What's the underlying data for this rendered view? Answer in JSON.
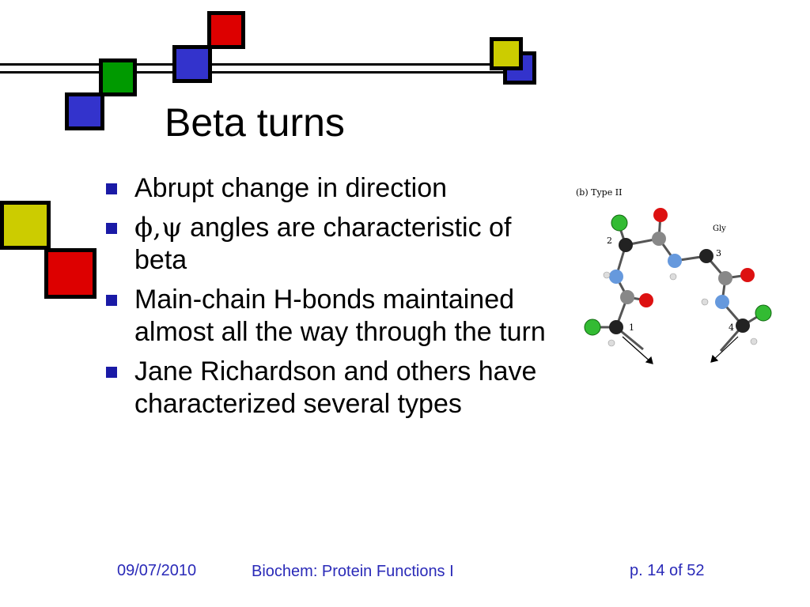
{
  "slide": {
    "title": "Beta turns",
    "bullets": [
      "Abrupt change in direction",
      "angles are characteristic of beta",
      "Main-chain H-bonds maintained almost all the way through the turn",
      "Jane Richardson and others have characterized several types"
    ],
    "phi_psi": "ϕ,ψ"
  },
  "figure": {
    "panel_label": "(b)  Type II",
    "residue_labels": [
      "1",
      "2",
      "3",
      "4"
    ],
    "gly_label": "Gly"
  },
  "footer": {
    "date": "09/07/2010",
    "course": "Biochem: Protein Functions I",
    "page": "p. 14 of 52"
  },
  "colors": {
    "red": "#dd0000",
    "green": "#009a00",
    "blue": "#3333cc",
    "yellow": "#cccc00",
    "bullet_blue": "#1a1aa6",
    "footer_text": "#2a2ab8"
  }
}
